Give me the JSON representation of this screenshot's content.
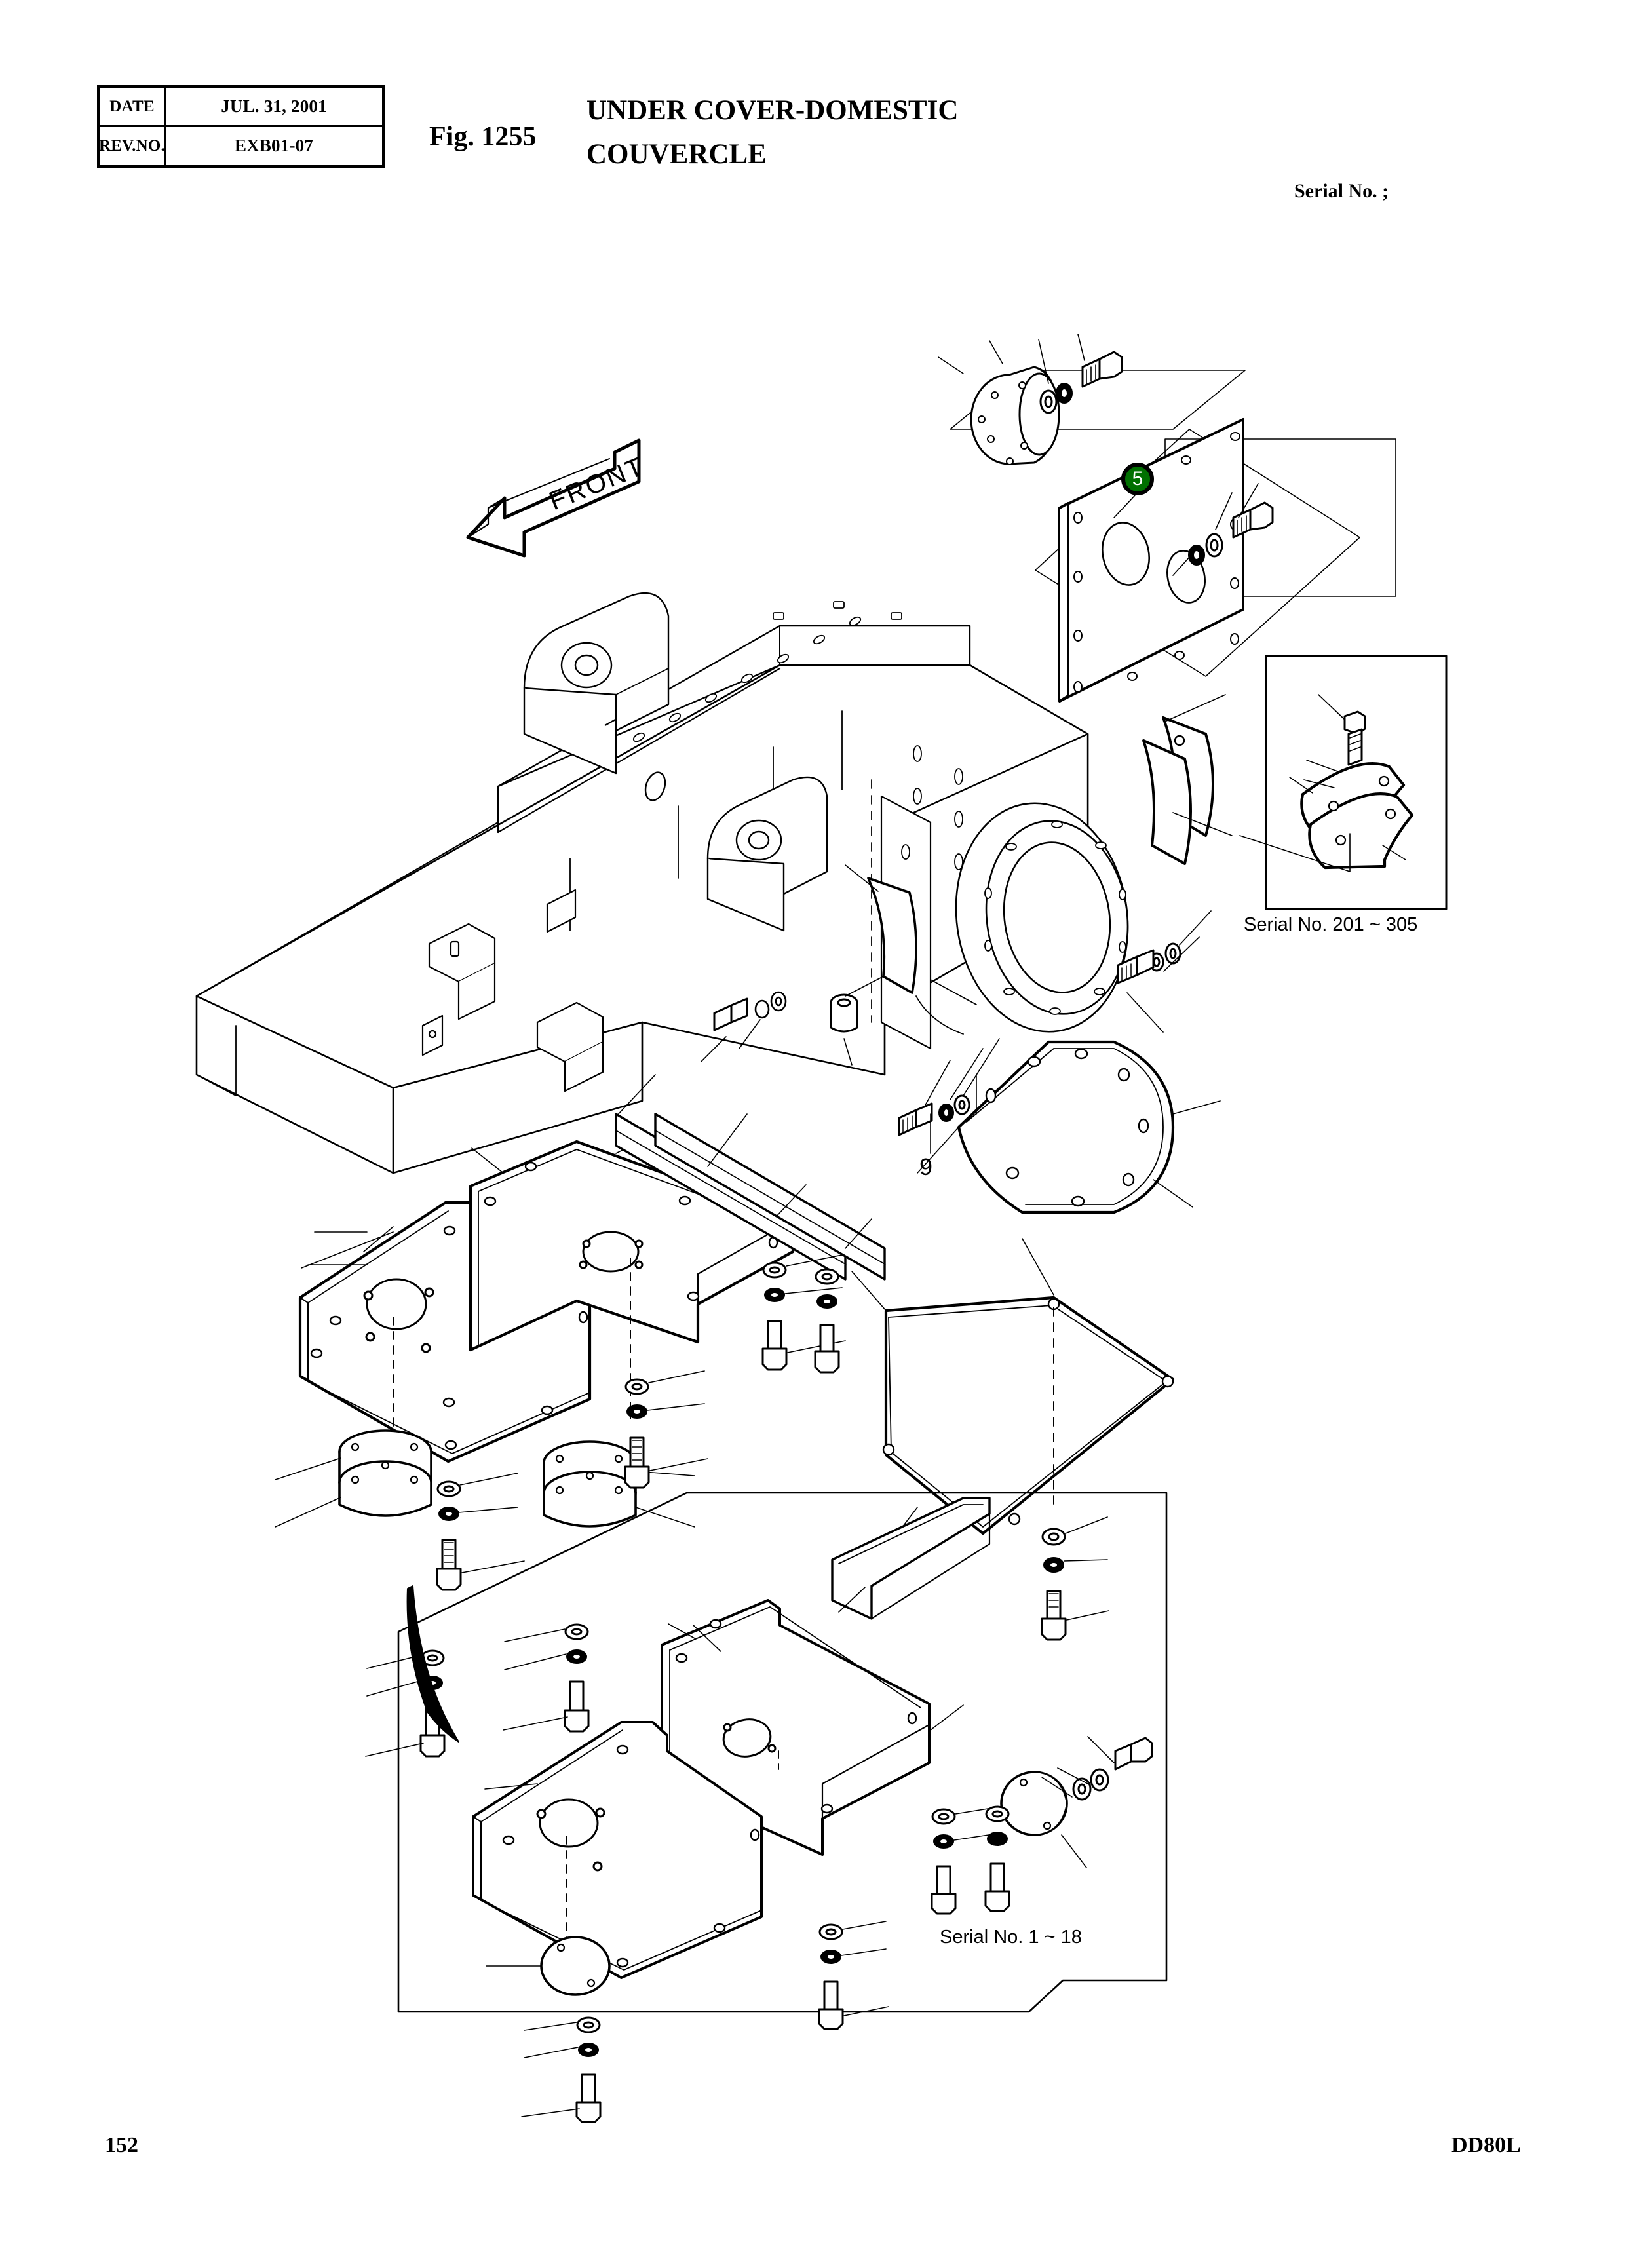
{
  "header": {
    "table": {
      "rows": [
        {
          "label": "DATE",
          "value": "JUL. 31, 2001"
        },
        {
          "label": "REV.NO.",
          "value": "EXB01-07"
        }
      ]
    },
    "figure_number": "Fig. 1255",
    "title_line1": "UNDER COVER-DOMESTIC",
    "title_line2": "COUVERCLE",
    "serial_label": "Serial No. ;"
  },
  "diagram": {
    "front_arrow_label": "FRONT",
    "callouts": [
      {
        "id": "5",
        "label": "5",
        "color": "#007000",
        "text_color": "#ffffff"
      }
    ],
    "item_numbers": [
      {
        "id": "9",
        "label": "9"
      }
    ],
    "insets": [
      {
        "id": "serial-201",
        "label": "Serial No. 201 ~ 305"
      },
      {
        "id": "serial-1-18",
        "label": "Serial No. 1 ~ 18"
      }
    ]
  },
  "footer": {
    "page_number": "152",
    "model": "DD80L"
  }
}
